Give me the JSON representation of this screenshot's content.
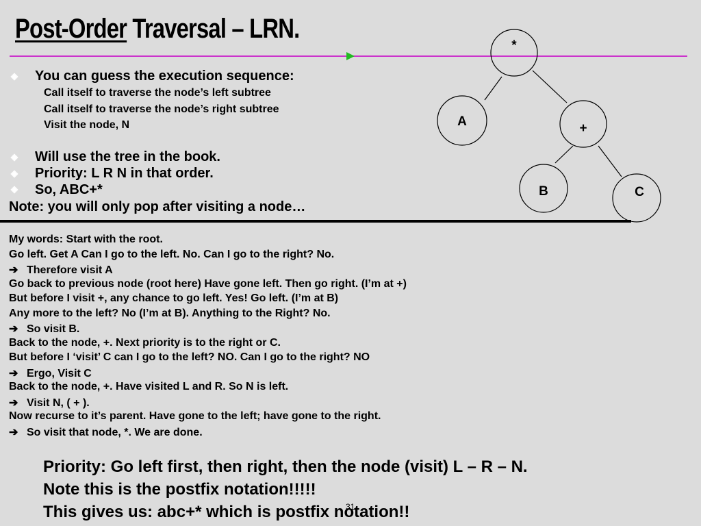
{
  "title": {
    "underlined": "Post-Order",
    "rest": " Traversal – LRN."
  },
  "bullets": {
    "b1": "You can guess the execution sequence:",
    "sub": [
      "Call itself to traverse the node’s left subtree",
      "Call itself to traverse the node’s right subtree",
      "Visit the node, N"
    ],
    "b2": "Will use the tree in the book.",
    "b3": "Priority:  L  R  N in that order.",
    "b4": "So, ABC+*",
    "note": "Note:  you will only pop after visiting a node…"
  },
  "tree": {
    "root": "*",
    "left": "A",
    "right": "+",
    "right_left": "B",
    "right_right": "C"
  },
  "my_words": [
    {
      "arrow": false,
      "text": "My words:  Start with the root."
    },
    {
      "arrow": false,
      "text": "Go left.  Get A  Can I go to the left.  No.  Can I go to the right? No."
    },
    {
      "arrow": true,
      "text": "Therefore visit A"
    },
    {
      "arrow": false,
      "text": "Go back to previous node (root here) Have gone left.  Then go right.  (I’m at +)"
    },
    {
      "arrow": false,
      "text": "But before I visit +, any chance to go left.  Yes!  Go left.  (I’m at B)"
    },
    {
      "arrow": false,
      "text": "Any more to the left?  No (I’m at B).  Anything to the Right?  No."
    },
    {
      "arrow": true,
      "text": "So visit B."
    },
    {
      "arrow": false,
      "text": "Back to the node, +.  Next priority is to the right or C."
    },
    {
      "arrow": false,
      "text": "But before I ‘visit’ C can I go to the left?  NO.   Can I go to the right? NO"
    },
    {
      "arrow": true,
      "text": "Ergo, Visit C"
    },
    {
      "arrow": false,
      "text": "Back to the node, +.  Have visited L and R.  So N is left."
    },
    {
      "arrow": true,
      "text": "Visit N, ( + )."
    },
    {
      "arrow": false,
      "text": "Now recurse to it’s parent.  Have gone to the left;  have gone to the right."
    },
    {
      "arrow": true,
      "text": "So visit that node, *.  We are done."
    }
  ],
  "arrow_glyph": "➔",
  "summary": [
    "Priority:  Go left first, then right, then the node (visit)  L – R – N.",
    "Note this is the postfix notation!!!!!",
    "This gives us: abc+*  which is postfix notation!!"
  ],
  "page_number": "31",
  "colors": {
    "background": "#dcdcdc",
    "rule": "#cc33cc",
    "play": "#22bb22",
    "bullet": "#ffffff"
  }
}
